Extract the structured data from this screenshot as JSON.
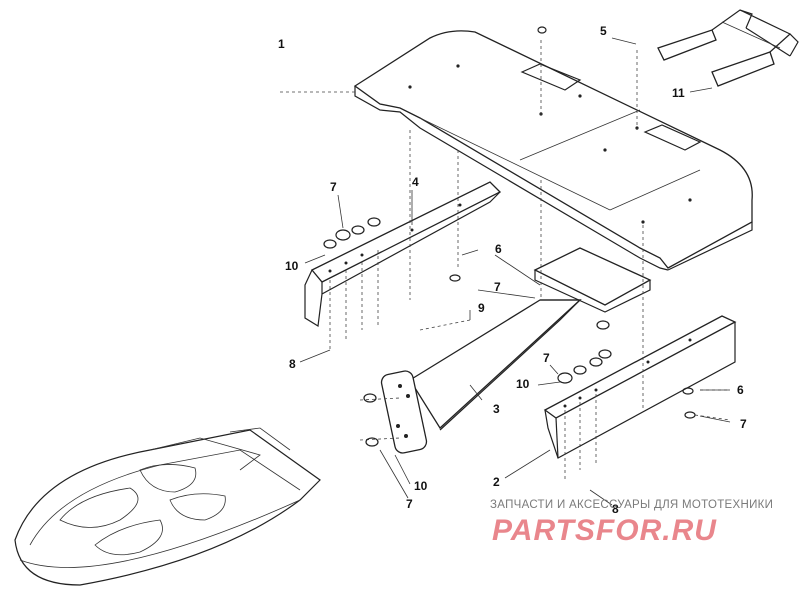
{
  "diagram": {
    "callouts": [
      {
        "id": "c1",
        "text": "1"
      },
      {
        "id": "c2",
        "text": "2"
      },
      {
        "id": "c3",
        "text": "3"
      },
      {
        "id": "c4",
        "text": "4"
      },
      {
        "id": "c5",
        "text": "5"
      },
      {
        "id": "c6a",
        "text": "6"
      },
      {
        "id": "c6b",
        "text": "6"
      },
      {
        "id": "c7a",
        "text": "7"
      },
      {
        "id": "c7b",
        "text": "7"
      },
      {
        "id": "c7c",
        "text": "7"
      },
      {
        "id": "c7d",
        "text": "7"
      },
      {
        "id": "c7e",
        "text": "7"
      },
      {
        "id": "c8a",
        "text": "8"
      },
      {
        "id": "c8b",
        "text": "8"
      },
      {
        "id": "c9",
        "text": "9"
      },
      {
        "id": "c10a",
        "text": "10"
      },
      {
        "id": "c10b",
        "text": "10"
      },
      {
        "id": "c10c",
        "text": "10"
      },
      {
        "id": "c11",
        "text": "11"
      }
    ]
  },
  "watermark": {
    "tagline": "ЗАПЧАСТИ И АКСЕССУАРЫ ДЛЯ МОТОТЕХНИКИ",
    "brand": "PARTSFOR.RU"
  }
}
